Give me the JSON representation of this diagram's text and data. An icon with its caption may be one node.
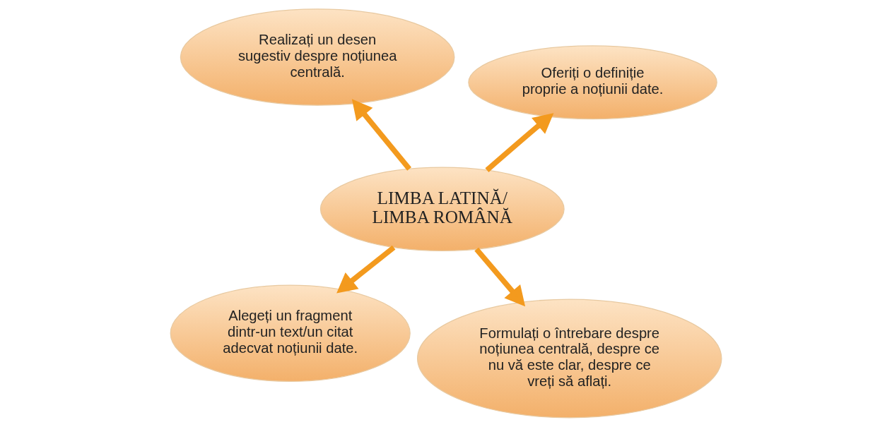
{
  "diagram": {
    "nodes": [
      {
        "text": [
          "Alegeți un fragment dintr-un text/un citat adecvat noțiunii date."
        ]
      },
      {
        "text": [
          "Formulați o întrebare despre noțiunea centrală, despre ce nu vă este clar, despre ce vreți să aflați."
        ]
      },
      {
        "text": [
          "LIMBA LATINĂ/ LIMBA ROMÂNĂ"
        ]
      },
      {
        "text": [
          "Realizați un desen sugestiv despre noțiunea centrală."
        ]
      },
      {
        "text": [
          "Oferiți o definiție proprie a noțiunii date."
        ]
      }
    ],
    "edges": [
      {
        "from": 2,
        "to": 0,
        "arrow": "to"
      },
      {
        "from": 2,
        "to": 1,
        "arrow": "to"
      },
      {
        "from": 2,
        "to": 3,
        "arrow": "to"
      },
      {
        "from": 2,
        "to": 4,
        "arrow": "to"
      }
    ]
  }
}
